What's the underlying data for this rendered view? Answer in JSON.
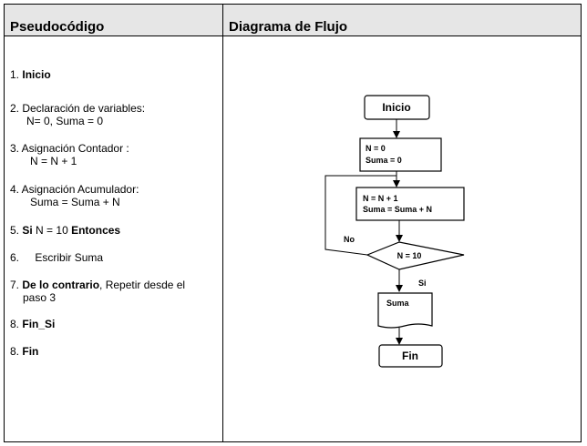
{
  "headers": {
    "pseudocode": "Pseudocódigo",
    "flowchart": "Diagrama de Flujo"
  },
  "steps": {
    "s1_num": "1.",
    "s1_bold": "Inicio",
    "s2_text": "2. Declaración de variables:",
    "s2_sub": "N= 0, Suma = 0",
    "s3_text": "3. Asignación Contador :",
    "s3_sub": "N = N + 1",
    "s4_text": "4. Asignación Acumulador:",
    "s4_sub": "Suma = Suma + N",
    "s5_num": "5.",
    "s5_bold1": "Si",
    "s5_mid": "N = 10",
    "s5_bold2": "Entonces",
    "s6_num": "6.",
    "s6_text": "Escribir Suma",
    "s7_num": "7.",
    "s7_bold": "De lo contrario",
    "s7_text": ", Repetir desde el",
    "s7_sub": "paso 3",
    "s8_num": "8.",
    "s8_bold": "Fin_Si",
    "s9_num": "8.",
    "s9_bold": "Fin"
  },
  "flowchart": {
    "start": "Inicio",
    "init_line1": "N = 0",
    "init_line2": "Suma = 0",
    "proc_line1": "N = N + 1",
    "proc_line2": "Suma = Suma + N",
    "decision": "N = 10",
    "label_no": "No",
    "label_yes": "Si",
    "output": "Suma",
    "end": "Fin"
  }
}
